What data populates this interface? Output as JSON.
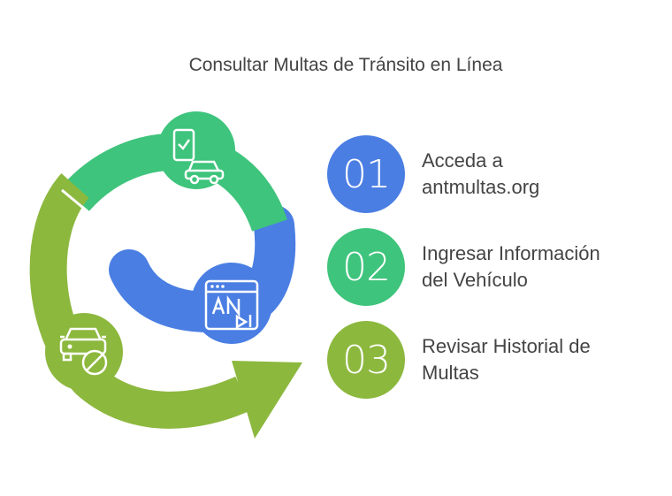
{
  "title": "Consultar Multas de Tránsito en Línea",
  "steps": [
    {
      "number": "01",
      "label_line1": "Acceda a",
      "label_line2": "antmultas.org",
      "color": "#4a7ee3",
      "icon": "phone-car-icon"
    },
    {
      "number": "02",
      "label_line1": "Ingresar Información",
      "label_line2": "del Vehículo",
      "color": "#3ec47c",
      "icon": "browser-form-icon"
    },
    {
      "number": "03",
      "label_line1": "Revisar Historial de",
      "label_line2": "Multas",
      "color": "#8cb83e",
      "icon": "car-ban-icon"
    }
  ],
  "colors": {
    "blue": "#4a7ee3",
    "green": "#3ec47c",
    "olive": "#8cb83e",
    "text": "#444444"
  }
}
